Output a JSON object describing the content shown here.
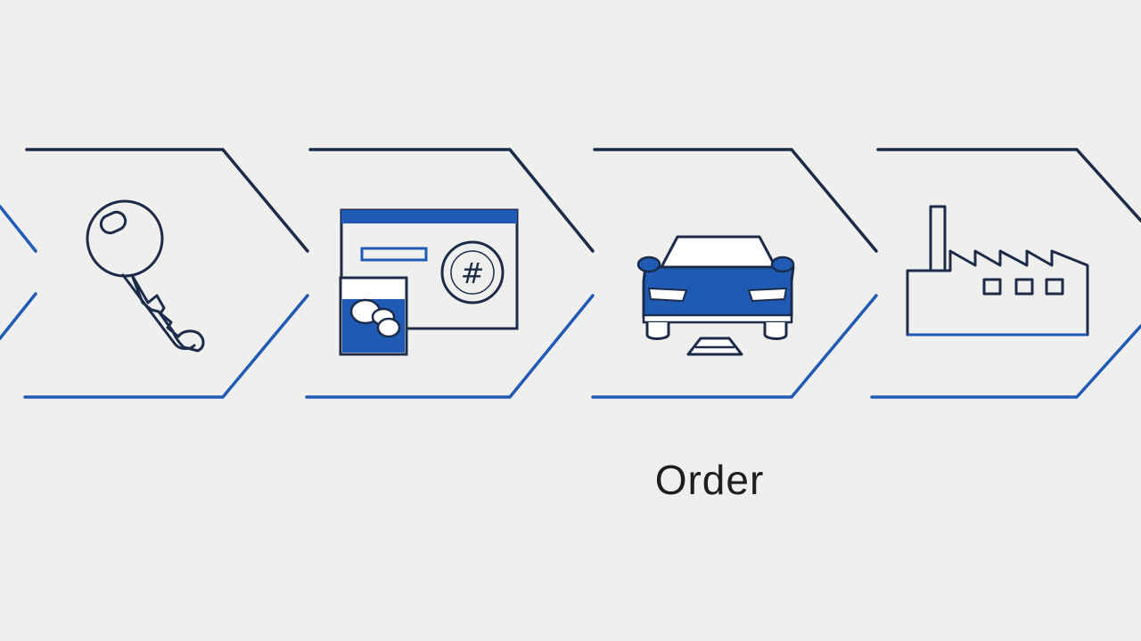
{
  "diagram": {
    "type": "process-chevrons",
    "colors": {
      "background": "#efefed",
      "accent": "#1f5bb5",
      "outline": "#1d2b4a",
      "text": "#1e1e1e"
    },
    "steps": [
      {
        "icon": "partial-chevron",
        "label": ""
      },
      {
        "icon": "key-icon",
        "label": ""
      },
      {
        "icon": "configurator-window-icon",
        "label": ""
      },
      {
        "icon": "car-icon",
        "label": "Order"
      },
      {
        "icon": "factory-icon",
        "label": ""
      }
    ]
  }
}
